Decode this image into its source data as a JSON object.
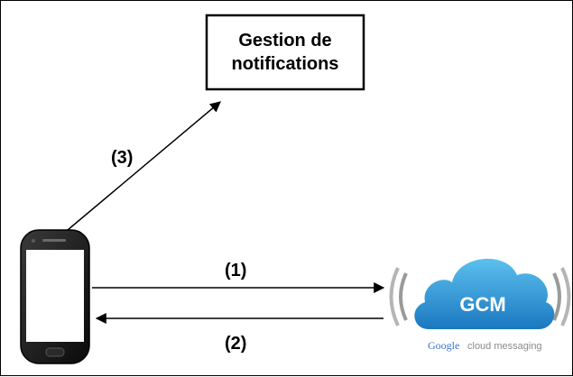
{
  "notification_box": {
    "line1": "Gestion de",
    "line2": "notifications"
  },
  "steps": {
    "step1": "(1)",
    "step2": "(2)",
    "step3": "(3)"
  },
  "gcm": {
    "label": "GCM",
    "brand": "Google",
    "tagline": "cloud messaging"
  },
  "colors": {
    "cloud_top": "#4fb6e8",
    "cloud_bottom": "#1d7fc4",
    "google_blue": "#3b6fd6",
    "tagline_gray": "#8a8a8a",
    "signal_gray": "#9a9a9a"
  }
}
